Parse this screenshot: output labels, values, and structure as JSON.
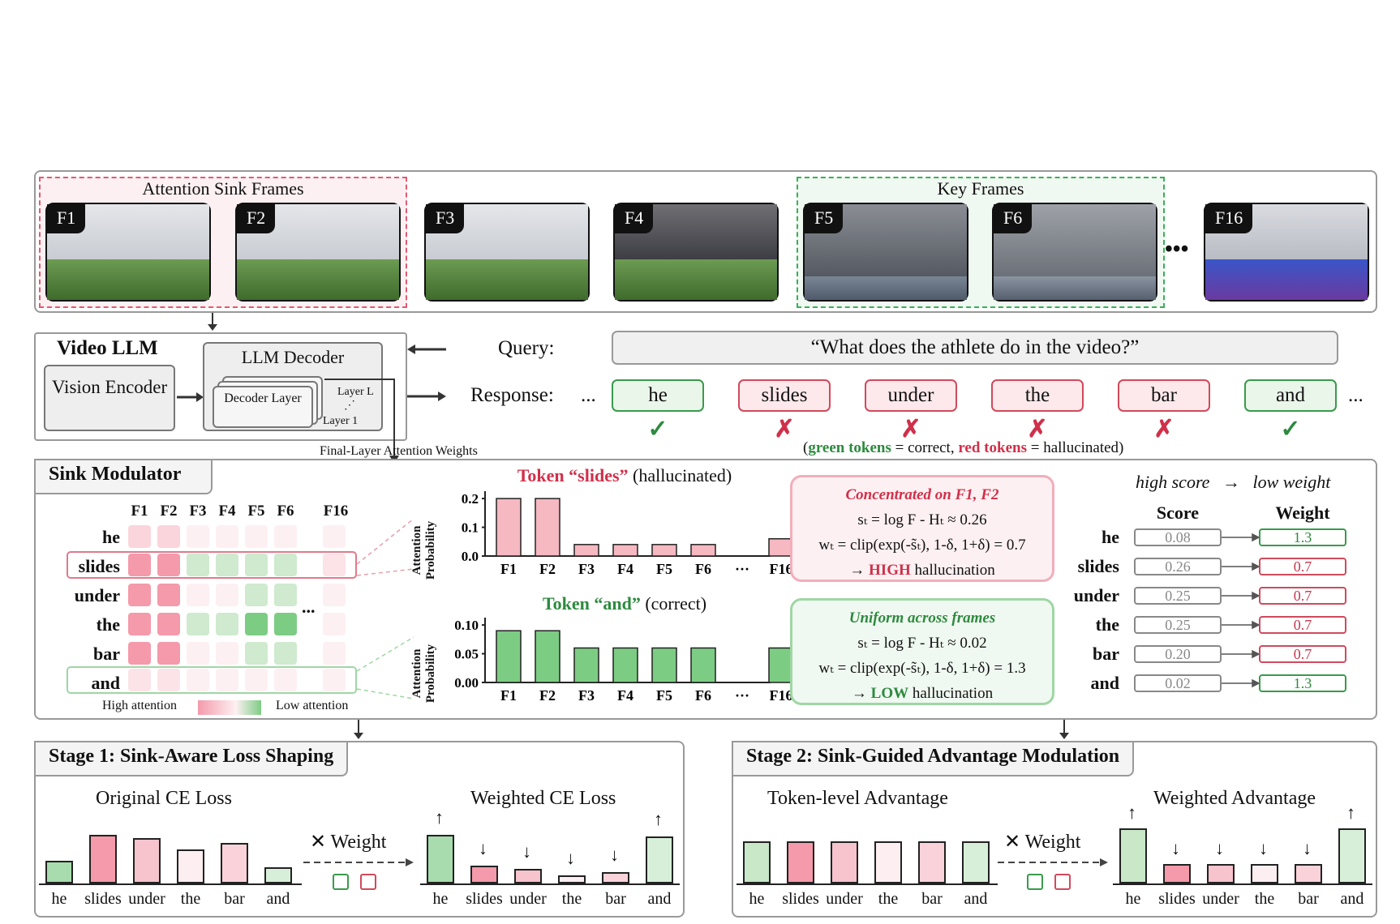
{
  "top": {
    "sink_caption": "Attention Sink Frames",
    "key_caption": "Key Frames",
    "frames": [
      "F1",
      "F2",
      "F3",
      "F4",
      "F5",
      "F6",
      "F16"
    ],
    "ellipsis": "•••"
  },
  "llm": {
    "title": "Video LLM",
    "vision_encoder": "Vision Encoder",
    "decoder_title": "LLM Decoder",
    "decoder_layer": "Decoder Layer",
    "layer_L": "Layer L",
    "layer_1": "Layer 1",
    "final_layer_label": "Final-Layer Attention Weights"
  },
  "query": {
    "label": "Query:",
    "text": "“What does the athlete do in the video?”"
  },
  "response": {
    "label": "Response:",
    "ellipsis_left": "...",
    "ellipsis_right": "...",
    "tokens": [
      {
        "text": "he",
        "status": "correct",
        "mark": "✓"
      },
      {
        "text": "slides",
        "status": "hallucinated",
        "mark": "✗"
      },
      {
        "text": "under",
        "status": "hallucinated",
        "mark": "✗"
      },
      {
        "text": "the",
        "status": "hallucinated",
        "mark": "✗"
      },
      {
        "text": "bar",
        "status": "hallucinated",
        "mark": "✗"
      },
      {
        "text": "and",
        "status": "correct",
        "mark": "✓"
      }
    ],
    "legend_open": "(",
    "legend_green": "green tokens",
    "legend_mid": " = correct, ",
    "legend_red": "red tokens",
    "legend_close": " = hallucinated)"
  },
  "sink": {
    "title": "Sink Modulator",
    "cols": [
      "F1",
      "F2",
      "F3",
      "F4",
      "F5",
      "F6",
      "F16"
    ],
    "rows": [
      "he",
      "slides",
      "under",
      "the",
      "bar",
      "and"
    ],
    "dots": "...",
    "legend_high": "High attention",
    "legend_low": "Low attention"
  },
  "chart_slides": {
    "title_token": "Token “slides”",
    "title_note": "(hallucinated)",
    "ylabel": "Attention Probability"
  },
  "chart_and": {
    "title_token": "Token “and”",
    "title_note": "(correct)",
    "ylabel": "Attention Probability"
  },
  "chart_data": [
    {
      "type": "bar",
      "title": "Token “slides” (hallucinated)",
      "ylabel": "Attention Probability",
      "categories": [
        "F1",
        "F2",
        "F3",
        "F4",
        "F5",
        "F6",
        "···",
        "F16"
      ],
      "values": [
        0.2,
        0.2,
        0.04,
        0.04,
        0.04,
        0.04,
        null,
        0.06
      ],
      "yticks": [
        "0.2",
        "0.1",
        "0.0"
      ],
      "ylim": [
        0,
        0.22
      ],
      "color": "#f6b8c1"
    },
    {
      "type": "bar",
      "title": "Token “and” (correct)",
      "ylabel": "Attention Probability",
      "categories": [
        "F1",
        "F2",
        "F3",
        "F4",
        "F5",
        "F6",
        "···",
        "F16"
      ],
      "values": [
        0.09,
        0.09,
        0.06,
        0.06,
        0.06,
        0.06,
        null,
        0.06
      ],
      "yticks": [
        "0.10",
        "0.05",
        "0.00"
      ],
      "ylim": [
        0,
        0.11
      ],
      "color": "#7dcc84"
    }
  ],
  "info_red": {
    "title": "Concentrated on F1, F2",
    "line1": "sₜ = log F - Hₜ ≈ 0.26",
    "line2": "wₜ = clip(exp(-s̃ₜ), 1-δ, 1+δ) = 0.7",
    "arrow": "→",
    "level": "HIGH",
    "rest": " hallucination"
  },
  "info_green": {
    "title": "Uniform across frames",
    "line1": "sₜ = log F - Hₜ ≈ 0.02",
    "line2": "wₜ = clip(exp(-s̃ₜ), 1-δ, 1+δ) = 1.3",
    "arrow": "→",
    "level": "LOW",
    "rest": " hallucination"
  },
  "scores": {
    "header_high": "high score",
    "header_arrow": "→",
    "header_low": "low weight",
    "col_score": "Score",
    "col_weight": "Weight",
    "rows": [
      {
        "token": "he",
        "score": "0.08",
        "weight": "1.3",
        "kind": "g"
      },
      {
        "token": "slides",
        "score": "0.26",
        "weight": "0.7",
        "kind": "r"
      },
      {
        "token": "under",
        "score": "0.25",
        "weight": "0.7",
        "kind": "r"
      },
      {
        "token": "the",
        "score": "0.25",
        "weight": "0.7",
        "kind": "r"
      },
      {
        "token": "bar",
        "score": "0.20",
        "weight": "0.7",
        "kind": "r"
      },
      {
        "token": "and",
        "score": "0.02",
        "weight": "1.3",
        "kind": "g"
      }
    ]
  },
  "stage1": {
    "title": "Stage 1: Sink-Aware Loss Shaping",
    "left_caption": "Original CE Loss",
    "right_caption": "Weighted CE Loss",
    "times_weight": "✕ Weight",
    "tokens": [
      "he",
      "slides",
      "under",
      "the",
      "bar",
      "and"
    ]
  },
  "stage2": {
    "title": "Stage 2: Sink-Guided Advantage Modulation",
    "left_caption": "Token-level Advantage",
    "right_caption": "Weighted Advantage",
    "times_weight": "✕ Weight",
    "tokens": [
      "he",
      "slides",
      "under",
      "the",
      "bar",
      "and"
    ]
  },
  "colors": {
    "green": "#3a9a4c",
    "red": "#d04a5c",
    "pink_strong": "#f49aab",
    "green_light": "#c8e8c8"
  }
}
